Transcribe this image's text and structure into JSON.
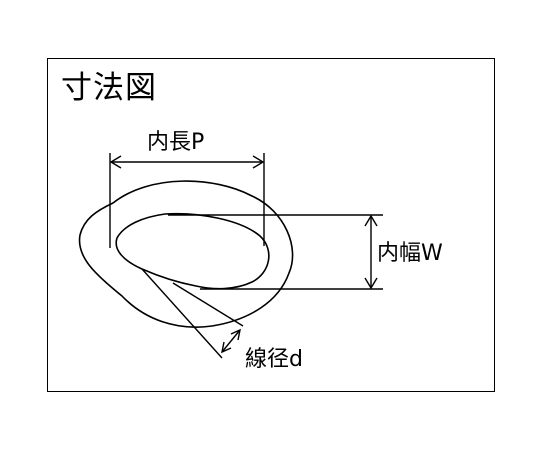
{
  "title": "寸法図",
  "labels": {
    "inner_length": "内長P",
    "inner_width": "内幅W",
    "wire_diameter": "線径d"
  },
  "colors": {
    "line": "#000000",
    "background": "#ffffff"
  }
}
